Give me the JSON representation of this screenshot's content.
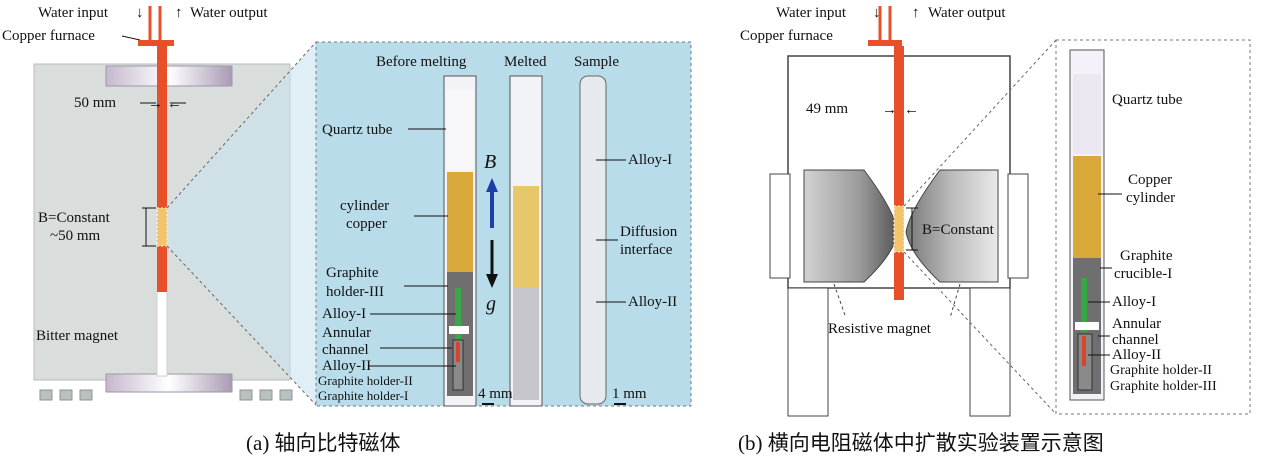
{
  "panel_a": {
    "water_input": "Water input",
    "water_output": "Water output",
    "copper_furnace": "Copper furnace",
    "dim_50mm": "50 mm",
    "b_constant": "B=Constant",
    "b_span": "~50 mm",
    "bitter_magnet": "Bitter magnet",
    "col_before": "Before melting",
    "col_melted": "Melted",
    "col_sample": "Sample",
    "quartz_tube": "Quartz tube",
    "cylinder_copper_1": "cylinder",
    "cylinder_copper_2": "copper",
    "graphite_holder3_1": "Graphite",
    "graphite_holder3_2": "holder-III",
    "alloy1": "Alloy-I",
    "annular_1": "Annular",
    "annular_2": "channel",
    "alloy2": "Alloy-II",
    "graphite_holder2": "Graphite holder-II",
    "graphite_holder1": "Graphite holder-I",
    "scale_4mm": "4 mm",
    "scale_1mm": "1 mm",
    "sample_alloy1": "Alloy-I",
    "diffusion_1": "Diffusion",
    "diffusion_2": "interface",
    "sample_alloy2": "Alloy-II",
    "b_vec": "B",
    "g_vec": "g",
    "caption": "(a) 轴向比特磁体"
  },
  "panel_b": {
    "water_input": "Water input",
    "water_output": "Water output",
    "copper_furnace": "Copper furnace",
    "dim_49mm": "49 mm",
    "b_constant": "B=Constant",
    "resistive_magnet": "Resistive magnet",
    "quartz_tube": "Quartz tube",
    "copper_cyl_1": "Copper",
    "copper_cyl_2": "cylinder",
    "graphite_cru_1": "Graphite",
    "graphite_cru_2": "crucible-I",
    "alloy1": "Alloy-I",
    "annular_1": "Annular",
    "annular_2": "channel",
    "alloy2": "Alloy-II",
    "graphite_holder2": "Graphite holder-II",
    "graphite_holder3": "Graphite holder-III",
    "caption": "(b) 横向电阻磁体中扩散实验装置示意图"
  },
  "colors": {
    "furnace": "#e8502a",
    "magnet_body": "#d9dedd",
    "inset_bg": "#b9dcea",
    "copper": "#d8a83a",
    "graphite": "#6f6f6f",
    "alloy1_green": "#3aa64a",
    "alloy2_red": "#d8452a"
  }
}
